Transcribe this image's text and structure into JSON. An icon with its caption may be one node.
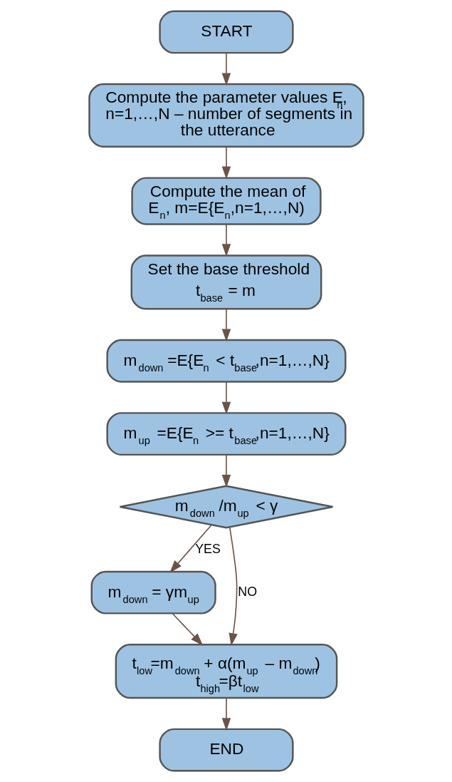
{
  "diagram": {
    "nodes": [
      {
        "text": [
          "START"
        ]
      },
      {
        "text": [
          "Compute the parameter values E$_{n}$, n=1,…,N – number of segments in the utterance"
        ]
      },
      {
        "text": [
          "Compute the mean of E$_{n}$, m=E{E$_{n}$,n=1,…,N)"
        ]
      },
      {
        "text": [
          "Set the base threshold t$_{base}$ = m"
        ]
      },
      {
        "text": [
          "m$_{down}$ =E{E$_{n}$ < t$_{base}$,n=1,…,N}"
        ]
      },
      {
        "text": [
          "m$_{up}$ =E{E$_{n}$ >= t$_{base}$,n=1,…,N}"
        ]
      },
      {
        "text": [
          "m$_{down}$ /m$_{up}$ < γ"
        ]
      },
      {
        "text": [
          "m$_{down}$ = γm$_{up}$"
        ]
      },
      {
        "text": [
          "t$_{low}$=m$_{down}$ + α(m$_{up}$ – m$_{down}$) t$_{high}$=βt$_{low}$"
        ]
      },
      {
        "text": [
          "END"
        ]
      }
    ],
    "edges": [
      {
        "from": 0,
        "to": 1,
        "arrow": "to"
      },
      {
        "from": 1,
        "to": 2,
        "arrow": "to"
      },
      {
        "from": 2,
        "to": 3,
        "arrow": "to"
      },
      {
        "from": 3,
        "to": 4,
        "arrow": "to"
      },
      {
        "from": 4,
        "to": 5,
        "arrow": "to"
      },
      {
        "from": 5,
        "to": 6,
        "arrow": "to"
      },
      {
        "from": 6,
        "to": 7,
        "arrow": "to",
        "label": "YES"
      },
      {
        "from": 6,
        "to": 8,
        "arrow": "to",
        "label": "NO"
      },
      {
        "from": 7,
        "to": 8,
        "arrow": "to"
      },
      {
        "from": 8,
        "to": 9,
        "arrow": "to"
      }
    ]
  }
}
